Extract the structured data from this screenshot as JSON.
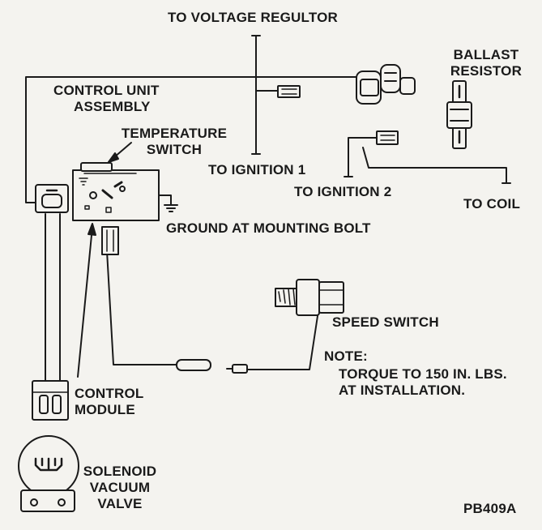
{
  "labels": {
    "voltage_regulator": "TO VOLTAGE REGULTOR",
    "ballast_line1": "BALLAST",
    "ballast_line2": "RESISTOR",
    "control_unit_line1": "CONTROL UNIT",
    "control_unit_line2": "ASSEMBLY",
    "temp_switch_line1": "TEMPERATURE",
    "temp_switch_line2": "SWITCH",
    "ignition1": "TO IGNITION 1",
    "ignition2": "TO IGNITION 2",
    "coil": "TO COIL",
    "ground": "GROUND AT MOUNTING BOLT",
    "speed_switch": "SPEED SWITCH",
    "note_heading": "NOTE:",
    "note_line1": "TORQUE TO 150 IN. LBS.",
    "note_line2": "AT INSTALLATION.",
    "control_module_line1": "CONTROL",
    "control_module_line2": "MODULE",
    "solenoid_line1": "SOLENOID",
    "solenoid_line2": "VACUUM",
    "solenoid_line3": "VALVE",
    "figure_code": "PB409A"
  },
  "colors": {
    "ink": "#1a1a1a",
    "paper": "#f4f3ef"
  }
}
